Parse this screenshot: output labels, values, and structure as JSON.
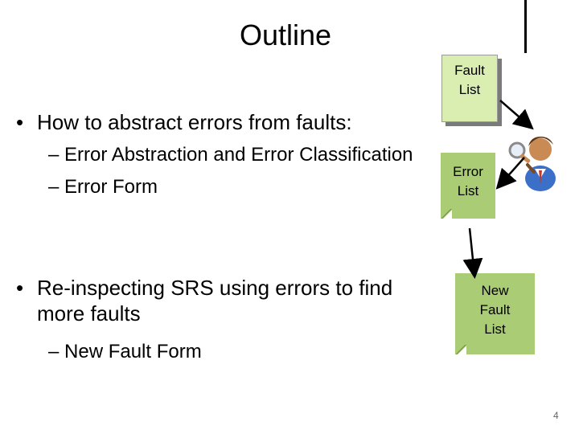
{
  "slide": {
    "title": "Outline",
    "bullets": [
      {
        "text": "How to abstract errors from faults:",
        "subitems": [
          "– Error Abstraction and Error Classification",
          "– Error Form"
        ]
      },
      {
        "text": "Re-inspecting SRS using errors to find more faults",
        "subitems": [
          "– New Fault Form"
        ]
      }
    ],
    "page_number": "4"
  },
  "diagram": {
    "fault_list_label": "Fault List",
    "error_list_label": "Error List",
    "new_fault_list_label": "New Fault List",
    "person_icon": "inspector-with-magnifier-icon",
    "colors": {
      "note_light": "#d9eeb0",
      "note_dark": "#a9cc75",
      "arrow": "#000000"
    }
  }
}
